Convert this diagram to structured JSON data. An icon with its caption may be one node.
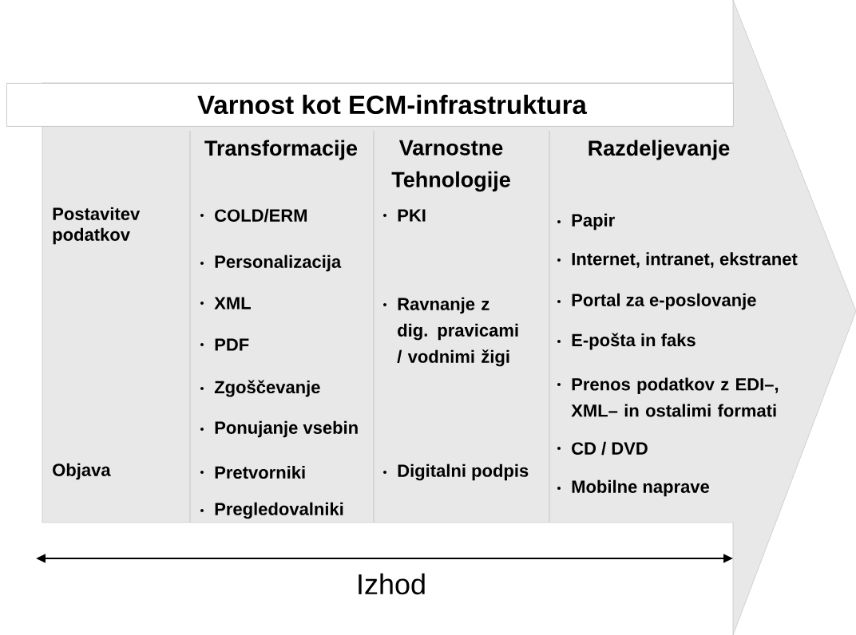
{
  "diagram": {
    "nodes": [
      {
        "text": [
          "Varnost kot ECM-infrastruktura"
        ]
      },
      {
        "text": [
          "Postavitev podatkov",
          "Objava"
        ]
      },
      {
        "text": [
          "Transformacije",
          "COLD/ERM",
          "Personalizacija",
          "XML",
          "PDF",
          "Zgoščevanje",
          "Ponujanje vsebin",
          "Pretvorniki",
          "Pregledovalniki"
        ]
      },
      {
        "text": [
          "Varnostne Tehnologije",
          "PKI",
          "Ravnanje z dig. pravicami / vodnimi žigi",
          "Digitalni podpis"
        ]
      },
      {
        "text": [
          "Razdeljevanje",
          "Papir",
          "Internet, intranet, ekstranet",
          "Portal za e-poslovanje",
          "E-pošta in faks",
          "Prenos podatkov z EDI–, XML– in ostalimi formati",
          "CD / DVD",
          "Mobilne naprave"
        ]
      }
    ],
    "edges": [],
    "labels": [
      "Izhod"
    ]
  }
}
